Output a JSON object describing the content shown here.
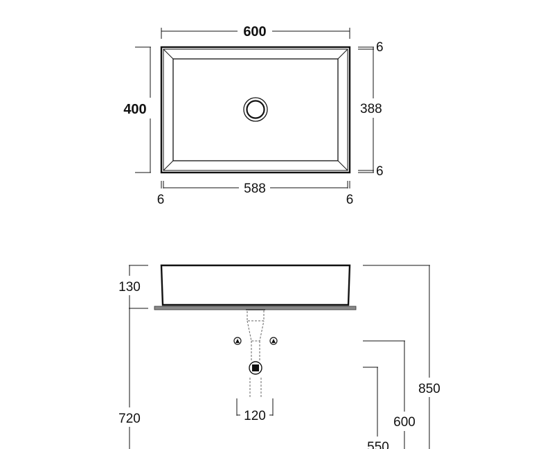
{
  "colors": {
    "ink": "#111111",
    "countertop": "#8a8a8a",
    "dashed": "#666666",
    "background": "#ffffff"
  },
  "top_view": {
    "width_label": "600",
    "height_label": "400",
    "inner_height_label": "388",
    "top_rim_label": "6",
    "bottom_rim_label": "6",
    "inner_width_label": "588",
    "left_rim_label": "6",
    "right_rim_label": "6"
  },
  "side_view": {
    "basin_height_label": "130",
    "countertop_height_label": "720",
    "waste_spacing_label": "120",
    "overall_height_label": "850",
    "height_600_label": "600",
    "height_550_label": "550"
  }
}
